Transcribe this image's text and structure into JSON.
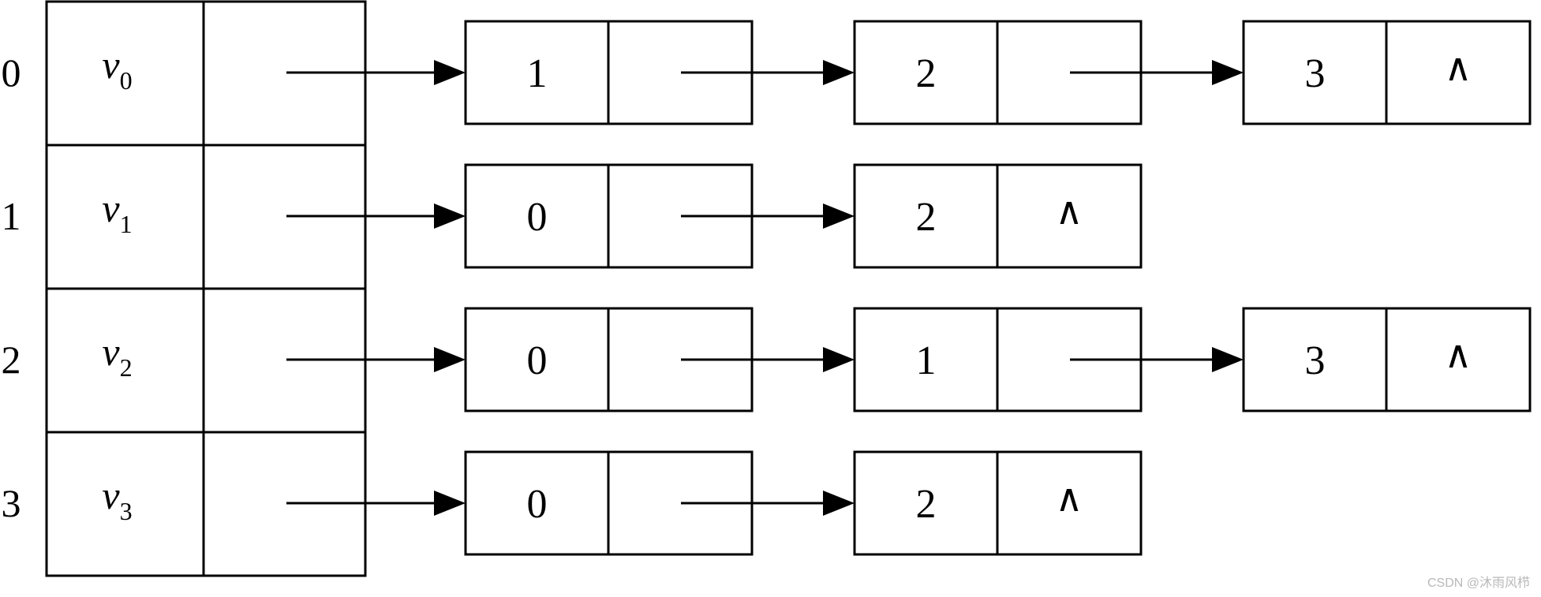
{
  "vertex_table": {
    "rows": [
      {
        "index": "0",
        "vertex": "v",
        "sub": "0"
      },
      {
        "index": "1",
        "vertex": "v",
        "sub": "1"
      },
      {
        "index": "2",
        "vertex": "v",
        "sub": "2"
      },
      {
        "index": "3",
        "vertex": "v",
        "sub": "3"
      }
    ]
  },
  "adjacency_lists": [
    [
      "1",
      "2",
      "3"
    ],
    [
      "0",
      "2"
    ],
    [
      "0",
      "1",
      "3"
    ],
    [
      "0",
      "2"
    ]
  ],
  "null_symbol": "∧",
  "watermark": "CSDN @沐雨风栉"
}
